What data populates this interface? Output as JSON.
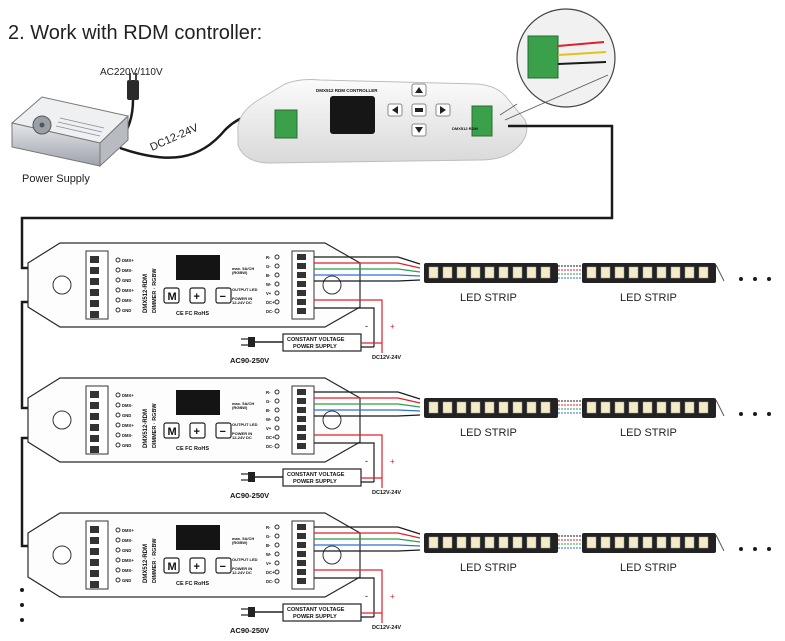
{
  "title": "2. Work with RDM controller:",
  "mains_label": "AC220V/110V",
  "dc_label": "DC12-24V",
  "power_supply_label": "Power Supply",
  "controller": {
    "name": "DMX512 RDM CONTROLLER",
    "side_text": "DMX512 RDM"
  },
  "decoders": [
    {
      "model": "DMX512-RDM",
      "sub": "DIMMER · RGBW",
      "buttons": [
        "M",
        "+",
        "−"
      ],
      "marks": "CE FC RoHS",
      "inputs": [
        "DMX+",
        "DMX-",
        "GND",
        "DMX+",
        "DMX-",
        "GND"
      ],
      "outputs": [
        "R-",
        "G-",
        "B-",
        "W-",
        "V+",
        "DC+",
        "DC-"
      ],
      "notes": [
        "max. 5A/CH",
        "(RGBW)",
        "OUTPUT LED",
        "POWER IN",
        "12-24V DC"
      ],
      "psu_label": [
        "CONSTANT VOLTAGE",
        "POWER SUPPLY"
      ],
      "ac_label": "AC90-250V",
      "dc_label": "DC12V-24V",
      "strip_labels": [
        "LED STRIP",
        "LED STRIP"
      ]
    },
    {
      "model": "DMX512-RDM",
      "sub": "DIMMER · RGBW",
      "buttons": [
        "M",
        "+",
        "−"
      ],
      "marks": "CE FC RoHS",
      "inputs": [
        "DMX+",
        "DMX-",
        "GND",
        "DMX+",
        "DMX-",
        "GND"
      ],
      "outputs": [
        "R-",
        "G-",
        "B-",
        "W-",
        "V+",
        "DC+",
        "DC-"
      ],
      "notes": [
        "max. 5A/CH",
        "(RGBW)",
        "OUTPUT LED",
        "POWER IN",
        "12-24V DC"
      ],
      "psu_label": [
        "CONSTANT VOLTAGE",
        "POWER SUPPLY"
      ],
      "ac_label": "AC90-250V",
      "dc_label": "DC12V-24V",
      "strip_labels": [
        "LED STRIP",
        "LED STRIP"
      ]
    },
    {
      "model": "DMX512-RDM",
      "sub": "DIMMER · RGBW",
      "buttons": [
        "M",
        "+",
        "−"
      ],
      "marks": "CE FC RoHS",
      "inputs": [
        "DMX+",
        "DMX-",
        "GND",
        "DMX+",
        "DMX-",
        "GND"
      ],
      "outputs": [
        "R-",
        "G-",
        "B-",
        "W-",
        "V+",
        "DC+",
        "DC-"
      ],
      "notes": [
        "max. 5A/CH",
        "(RGBW)",
        "OUTPUT LED",
        "POWER IN",
        "12-24V DC"
      ],
      "psu_label": [
        "CONSTANT VOLTAGE",
        "POWER SUPPLY"
      ],
      "ac_label": "AC90-250V",
      "dc_label": "DC12V-24V",
      "strip_labels": [
        "LED STRIP",
        "LED STRIP"
      ]
    }
  ],
  "colors": {
    "wire_black": "#1a1a1a",
    "wire_red": "#e0202a",
    "wire_green": "#2aa048",
    "wire_blue": "#2f6fd8",
    "wire_yellow": "#e2c21a",
    "terminal_green": "#3ba04a",
    "strip_body": "#222222",
    "led": "#f4ecc8"
  }
}
